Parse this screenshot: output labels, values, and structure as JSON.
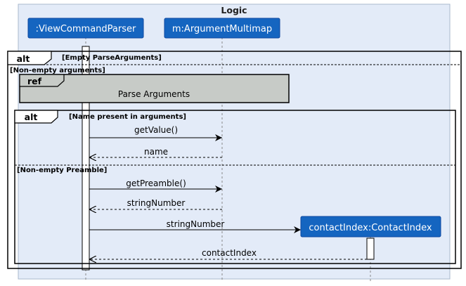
{
  "frame": {
    "title": "Logic"
  },
  "participants": [
    {
      "id": "parser",
      "label": ":ViewCommandParser"
    },
    {
      "id": "multimap",
      "label": "m:ArgumentMultimap"
    },
    {
      "id": "index",
      "label": "contactIndex:ContactIndex"
    }
  ],
  "alt_outer": {
    "keyword": "alt",
    "guard": "[Empty ParseArguments]",
    "else_guard": "[Non-empty arguments]"
  },
  "ref": {
    "keyword": "ref",
    "text": "Parse Arguments"
  },
  "alt_inner": {
    "keyword": "alt",
    "guard": "[Name present in arguments]",
    "else_guard": "[Non-empty Preamble]"
  },
  "messages": [
    {
      "label": "getValue()",
      "kind": "call"
    },
    {
      "label": "name",
      "kind": "return"
    },
    {
      "label": "getPreamble()",
      "kind": "call"
    },
    {
      "label": "stringNumber",
      "kind": "return"
    },
    {
      "label": "stringNumber",
      "kind": "create"
    },
    {
      "label": "contactIndex",
      "kind": "return"
    }
  ],
  "colors": {
    "frame_fill": "#e3ebf8",
    "frame_border": "#aab8cc",
    "participant_fill": "#1565c0",
    "participant_text": "#ffffff",
    "ref_fill": "#c7cbc7",
    "line": "#000000",
    "lifeline": "#8a8a8a"
  }
}
